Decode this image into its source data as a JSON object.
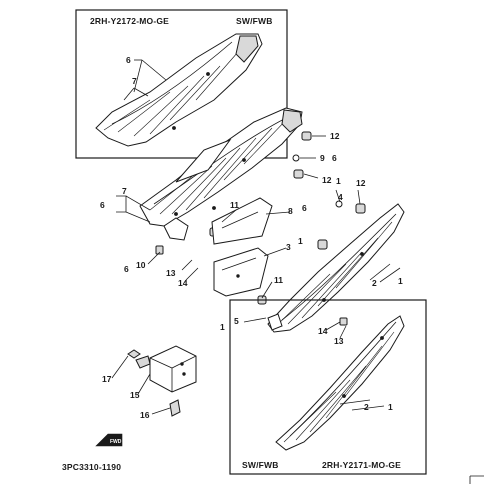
{
  "boxes": {
    "top": {
      "code": "2RH-Y2172-MO-GE",
      "variant": "SW/FWB"
    },
    "bottom": {
      "code": "2RH-Y2171-MO-GE",
      "variant": "SW/FWB"
    }
  },
  "figure_code": "3PC3310-1190",
  "fwd_label": "FWD",
  "callouts": {
    "c6a": "6",
    "c7a": "7",
    "c12a": "12",
    "c9": "9",
    "c6b": "6",
    "c12b": "12",
    "c7b": "7",
    "c6c": "6",
    "c11a": "11",
    "c8": "8",
    "c6d": "6",
    "c1a": "1",
    "c4": "4",
    "c12c": "12",
    "c3": "3",
    "c1b": "1",
    "c6e": "6",
    "c10": "10",
    "c13a": "13",
    "c14a": "14",
    "c11b": "11",
    "c2a": "2",
    "c1c": "1",
    "c1d": "1",
    "c5": "5",
    "c14b": "14",
    "c13b": "13",
    "c17": "17",
    "c15": "15",
    "c16": "16",
    "c2b": "2",
    "c1e": "1"
  }
}
